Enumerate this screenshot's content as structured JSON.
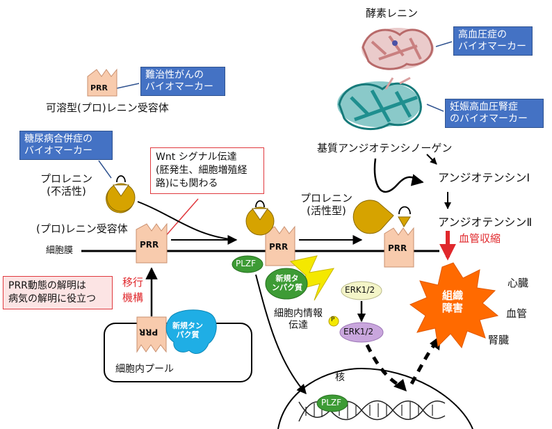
{
  "top": {
    "enzyme_renin": "酵素レニン",
    "hypertension_marker": "高血圧症の\nバイオマーカー",
    "preeclampsia_marker": "妊娠高血圧腎症\nのバイオマーカー",
    "angiotensinogen": "基質アンジオテンシノーゲン",
    "angiotensin_1": "アンジオテンシンⅠ",
    "angiotensin_2": "アンジオテンシンⅡ",
    "vasoconstriction": "血管収縮"
  },
  "left": {
    "prr": "PRR",
    "cancer_marker": "難治性がんの\nバイオマーカー",
    "soluble_receptor": "可溶型(プロ)レニン受容体",
    "diabetes_marker": "糖尿病合併症の\nバイオマーカー",
    "prorenin_inactive": "プロレニン\n(不活性)",
    "receptor": "(プロ)レニン受容体",
    "cell_membrane": "細胞膜",
    "prr_dynamics": "PRR動態の解明は\n病気の解明に役立つ",
    "translocation": "移行\n機構",
    "intracellular_pool": "細胞内プール",
    "prr_flipped": "PRR",
    "new_protein": "新規タン\nパク質"
  },
  "middle": {
    "wnt_box": "Wnt シグナル伝達\n(胚発生、細胞増殖経\n路)にも関わる",
    "prr": "PRR",
    "plzf": "PLZF",
    "new_protein": "新規タ\nンパク質",
    "erk_top": "ERK1/2",
    "erk_bottom": "ERK1/2",
    "phospho": "P",
    "signaling": "細胞内情報\n伝達",
    "nucleus": "核",
    "plzf_nucleus": "PLZF",
    "prorenin_active": "プロレニン\n(活性型)",
    "prr_right": "PRR"
  },
  "right": {
    "tissue_damage": "組織\n障害",
    "heart": "心臓",
    "vessel": "血管",
    "kidney": "腎臓"
  },
  "colors": {
    "blue_box": "#4472c4",
    "red_border": "#e0393e",
    "receptor_fill": "#f8cbad",
    "renin_yellow": "#d6a300",
    "ellipse_green": "#3d9b35",
    "ellipse_purple": "#c9a6dd",
    "burst_orange": "#ff6a00",
    "protein_pink": "#d9a0a0",
    "protein_teal": "#2a9d9d"
  }
}
